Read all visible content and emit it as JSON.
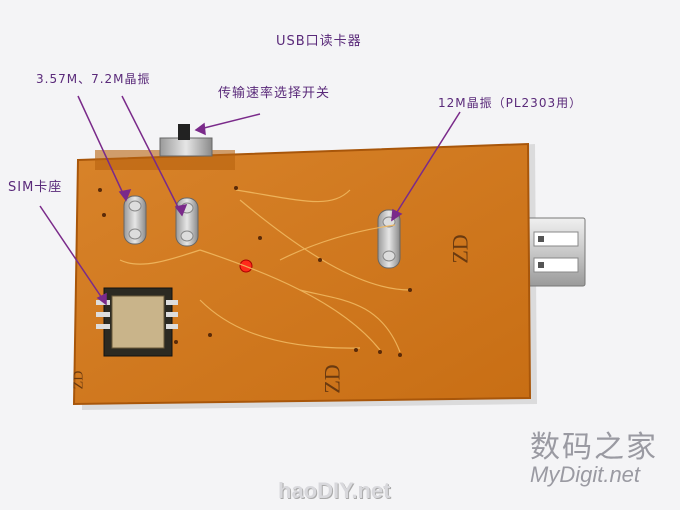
{
  "labels": {
    "usb_reader": "USB口读卡器",
    "crystal_357": "3.57M、7.2M晶振",
    "speed_switch": "传输速率选择开关",
    "crystal_12m": "12M晶振（PL2303用）",
    "sim_socket": "SIM卡座"
  },
  "board": {
    "silk_text_1": "ZD",
    "silk_text_2": "ZD",
    "silk_text_3": "ZD"
  },
  "watermarks": {
    "site_cn": "数码之家",
    "site_en": "MyDigit.net",
    "haodiy": "haoDIY.net"
  },
  "colors": {
    "board": "#d07a1c",
    "board_dark": "#b8620f",
    "annotation": "#7a2a8a",
    "background": "#f4f4f6"
  }
}
